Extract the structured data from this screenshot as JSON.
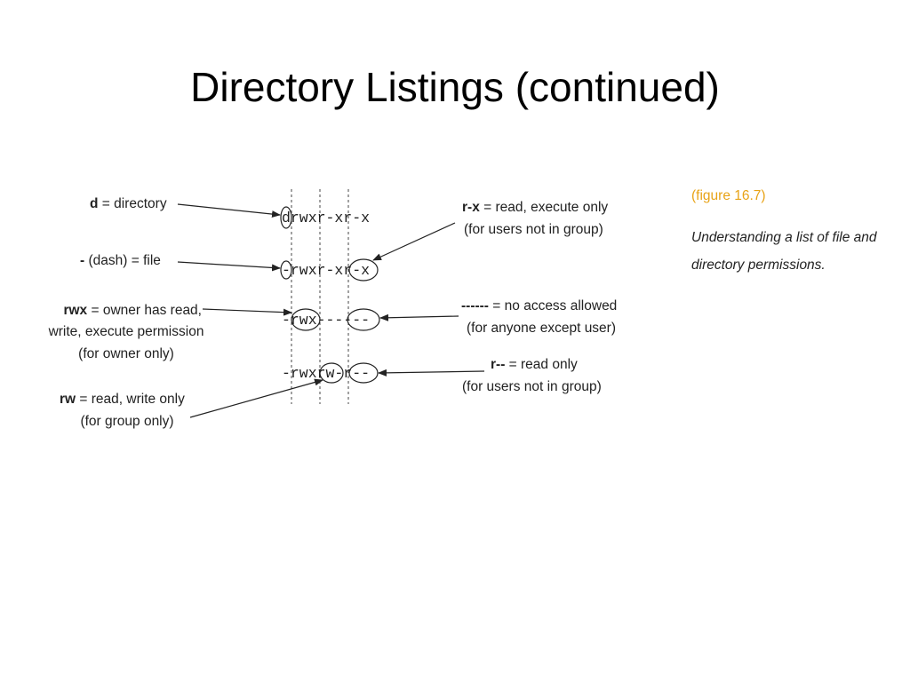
{
  "title": "Directory Listings (continued)",
  "figure": {
    "label": "(figure 16.7)",
    "caption": "Understanding a list of file and directory permissions."
  },
  "listings": [
    "drwxr-xr-x",
    "-rwxr-xr-x",
    "-rwx------",
    "-rwxrw-r--"
  ],
  "annotations": {
    "directory": {
      "key": "d",
      "text": " = directory"
    },
    "file": {
      "key": "-",
      "text": " (dash) = file"
    },
    "owner": {
      "key": "rwx",
      "text": " = owner has read,",
      "line2": "write, execute permission",
      "line3": "(for owner only)"
    },
    "group_rw": {
      "key": "rw",
      "text": " = read, write only",
      "line2": "(for group only)"
    },
    "rx": {
      "key": "r-x",
      "text": " = read, execute only",
      "line2": "(for users not in group)"
    },
    "no_access": {
      "key": "------",
      "text": " = no access allowed",
      "line2": "(for anyone except user)"
    },
    "r_only": {
      "key": "r--",
      "text": " = read only",
      "line2": "(for users not in group)"
    }
  },
  "colors": {
    "figure_label": "#e8a317",
    "ink": "#222222"
  }
}
